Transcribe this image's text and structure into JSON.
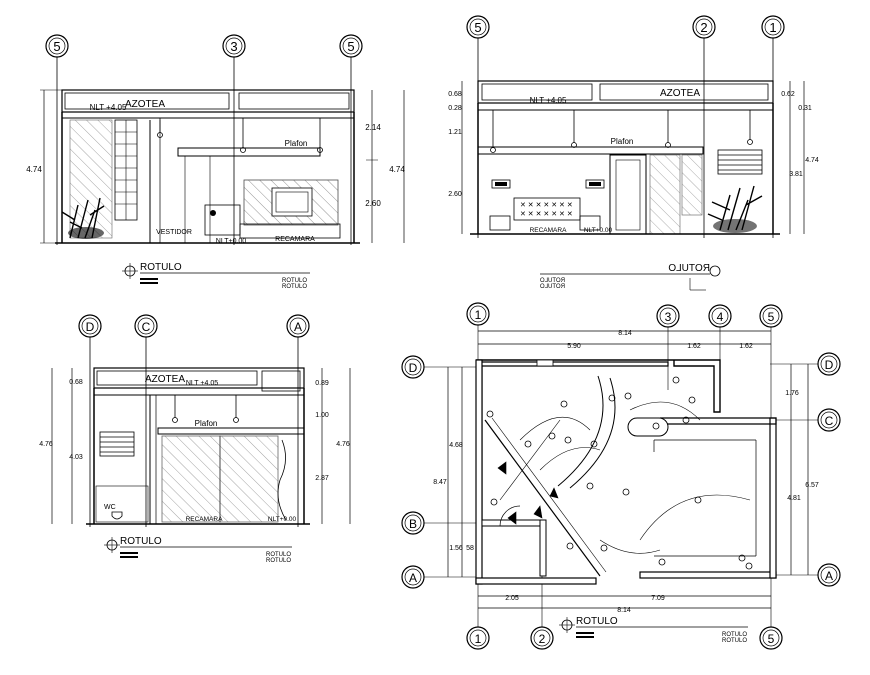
{
  "grid_markers": {
    "five": "5",
    "three": "3",
    "two": "2",
    "one": "1",
    "four": "4",
    "a": "A",
    "b": "B",
    "c": "C",
    "d": "D"
  },
  "labels": {
    "azotea": "AZOTEA",
    "nlt_top": "NLT +4.05",
    "nlt_floor": "NLT+0.00",
    "plafon_1": "Plafon",
    "plafon_2": "Plafon",
    "vestidor": "VESTIDOR",
    "recamara": "RECAMARA",
    "wc": "WC",
    "rotulo": "ROTULO",
    "rotulo_mirror": "ROTULO",
    "rotulo_small": "ROTULO"
  },
  "dims": {
    "e1": {
      "h_total": "4.74",
      "top": "2.14",
      "bottom": "2.60",
      "total_r": "4.74"
    },
    "e2": {
      "top1": "0.68",
      "top2": "0.28",
      "mid": "1.21",
      "bottom": "2.60",
      "r_top": "0.62",
      "r_top2": "0.31",
      "r_total": "4.74",
      "r_bottom": "3.81"
    },
    "e3": {
      "top": "0.68",
      "total": "4.76",
      "mid": "4.03",
      "r1": "0.89",
      "r2": "1.00",
      "r3": "2.87",
      "r_total": "4.76"
    },
    "plan": {
      "total_w": "8.14",
      "w1": "5.90",
      "w2": "1.62",
      "w3": "1.62",
      "left_h": "4.68",
      "left_total": "8.47",
      "left_b": "1.56",
      "left_b2": "58",
      "right_top": "1.76",
      "right_total": "6.57",
      "right_mid": "4.81",
      "bottom_1": "2.05",
      "bottom_2": "7.09",
      "bottom_total": "8.14"
    }
  }
}
